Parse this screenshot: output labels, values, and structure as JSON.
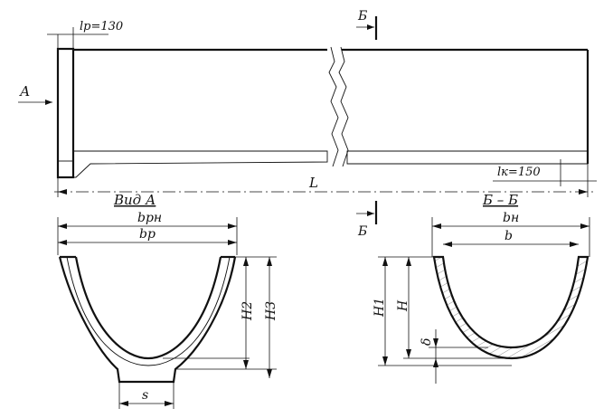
{
  "labels": {
    "lp": "lр=130",
    "lk": "lк=150",
    "L": "L",
    "A": "А",
    "B_top": "Б",
    "B_bottom": "Б",
    "vid_a": "Вид А",
    "b_rn": "bрн",
    "b_p": "bр",
    "s": "s",
    "H2": "H2",
    "H3": "H3",
    "section": "Б – Б",
    "b_n": "bн",
    "b": "b",
    "H1": "H1",
    "H": "H",
    "delta": "δ"
  },
  "colors": {
    "ink": "#111111",
    "paper": "#ffffff"
  }
}
